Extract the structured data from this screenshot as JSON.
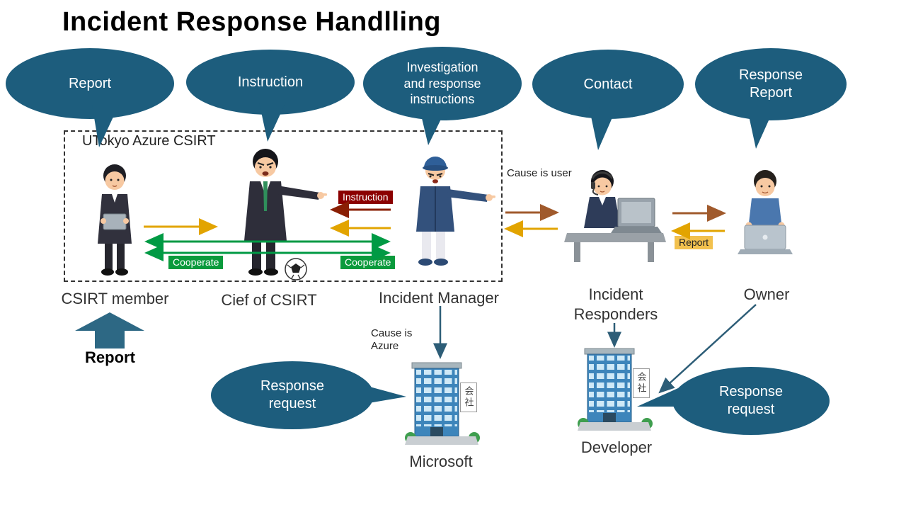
{
  "title": "Incident Response Handlling",
  "group_label": "UTokyo Azure CSIRT",
  "bubbles": {
    "report": "Report",
    "instruction": "Instruction",
    "investigation": "Investigation and response instructions",
    "contact": "Contact",
    "response_report": "Response Report",
    "response_request_ms": "Response request",
    "response_request_dev": "Response request"
  },
  "actors": {
    "csirt_member": "CSIRT member",
    "chief": "Cief of CSIRT",
    "incident_manager": "Incident Manager",
    "incident_responders": "Incident Responders",
    "owner": "Owner",
    "microsoft": "Microsoft",
    "developer": "Developer"
  },
  "tags": {
    "instruction": "Instruction",
    "cooperate_left": "Cooperate",
    "cooperate_right": "Cooperate",
    "report": "Report"
  },
  "notes": {
    "report_up": "Report",
    "cause_user": "Cause is user",
    "cause_azure": "Cause is Azure",
    "building_sign": "会社"
  },
  "colors": {
    "bubble": "#1d5d7d",
    "arrow-yellow": "#e2a400",
    "arrow-green": "#009a44",
    "arrow-red": "#8a1f04",
    "arrow-brown": "#a05a2c",
    "arrow-teal": "#2d5d77",
    "block-arrow": "#2d6884",
    "tag-red": "#8b0000",
    "tag-green": "#0a9a3c",
    "tag-yellow": "#f2c14e"
  }
}
